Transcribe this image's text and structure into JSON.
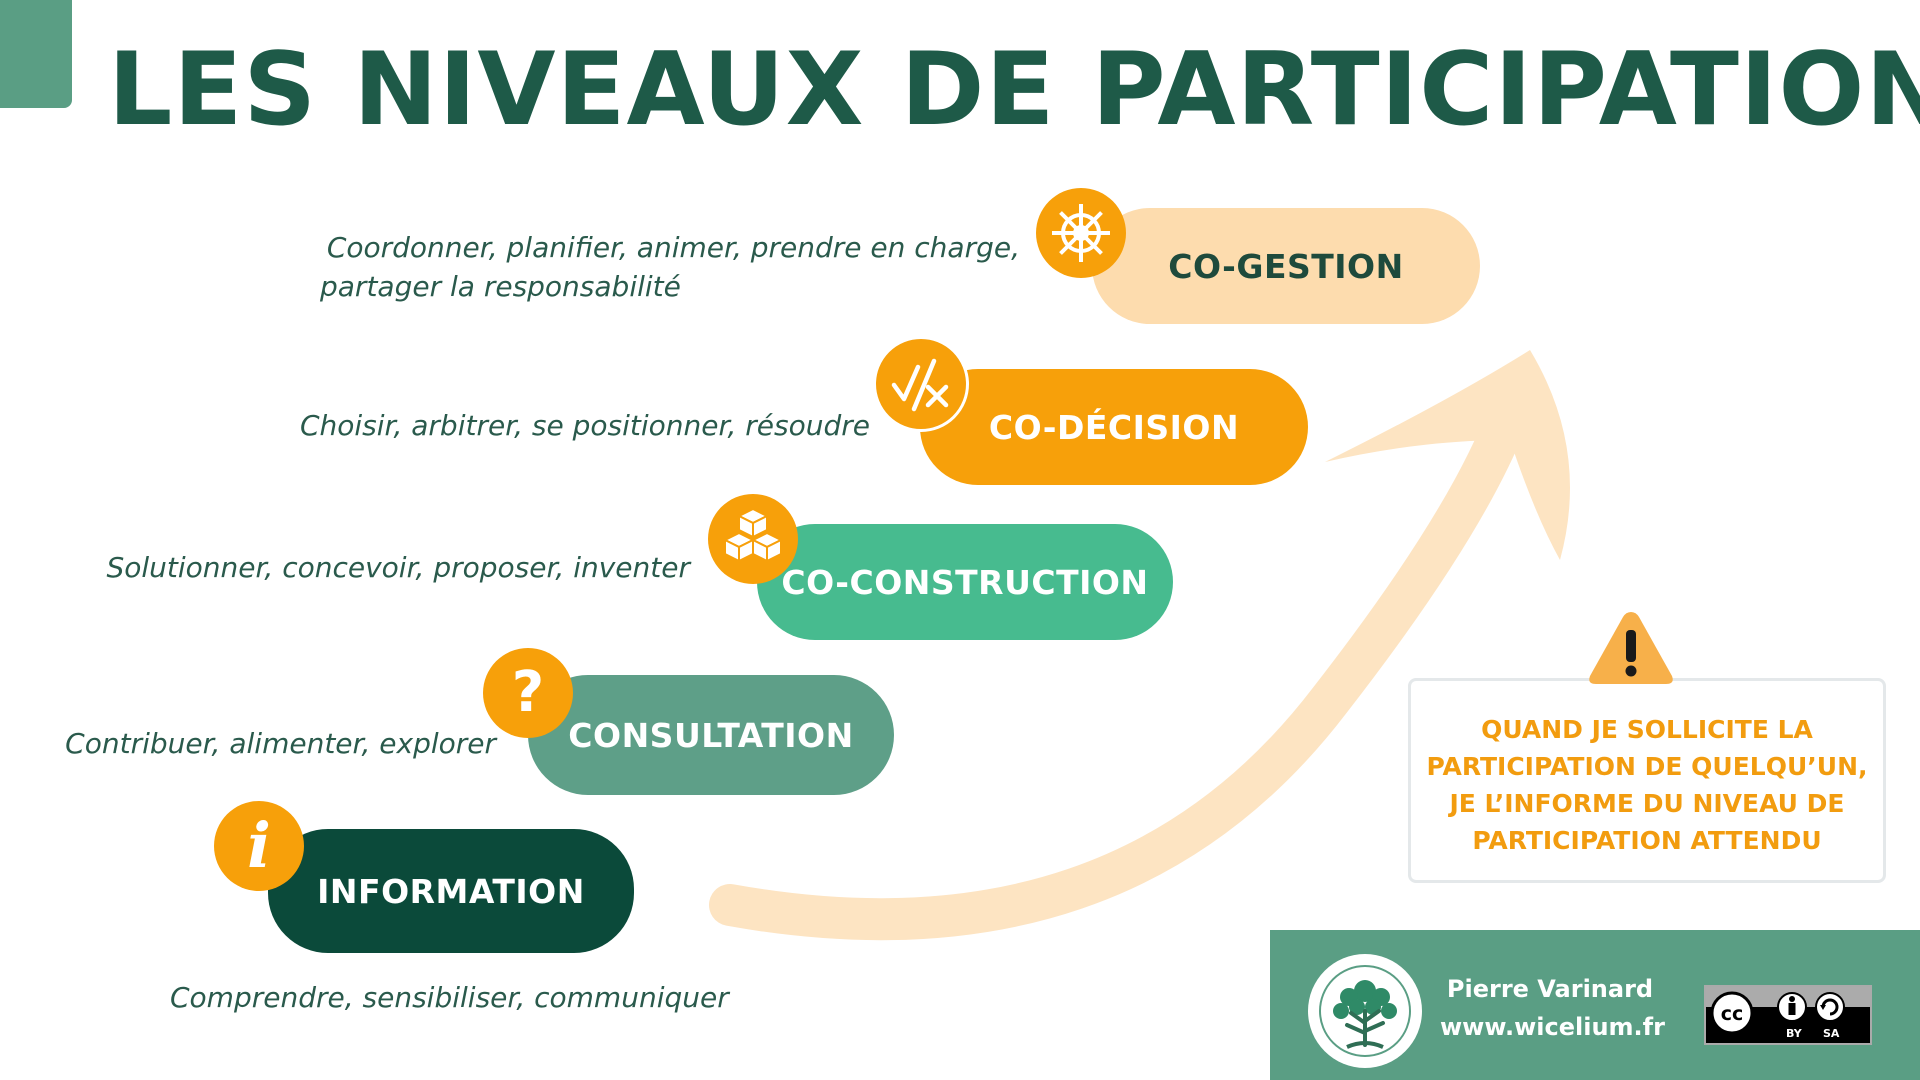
{
  "title": "LES NIVEAUX DE PARTICIPATION",
  "levels": [
    {
      "label": "INFORMATION",
      "description": "Comprendre, sensibiliser, communiquer",
      "icon": "info-icon",
      "color": "#0b4a3a",
      "text_color": "#ffffff"
    },
    {
      "label": "CONSULTATION",
      "description": "Contribuer, alimenter, explorer",
      "icon": "question-icon",
      "color": "#5e9f88",
      "text_color": "#ffffff"
    },
    {
      "label": "CO-CONSTRUCTION",
      "description": "Solutionner, concevoir, proposer, inventer",
      "icon": "cubes-icon",
      "color": "#47bb8f",
      "text_color": "#ffffff"
    },
    {
      "label": "CO-DÉCISION",
      "description": "Choisir, arbitrer, se positionner, résoudre",
      "icon": "check-cross-icon",
      "color": "#f7a00a",
      "text_color": "#ffffff"
    },
    {
      "label": "CO-GESTION",
      "description_line1": "Coordonner, planifier, animer, prendre en charge,",
      "description_line2": "partager la responsabilité",
      "icon": "ship-wheel-icon",
      "color": "#fddcae",
      "text_color": "#1e4a3c"
    }
  ],
  "warning": {
    "line1": "QUAND JE SOLLICITE LA",
    "line2": "PARTICIPATION DE QUELQU’UN,",
    "line3": "JE L’INFORME DU NIVEAU DE",
    "line4": "PARTICIPATION ATTENDU",
    "icon": "warning-icon",
    "color": "#f29c0f"
  },
  "footer": {
    "author": "Pierre Varinard",
    "website": "www.wicelium.fr",
    "logo": "tree-logo-icon",
    "license_icon": "cc-by-sa-icon",
    "license_by": "BY",
    "license_sa": "SA"
  },
  "colors": {
    "title": "#1e5a48",
    "arrow": "#fde4c2",
    "accent": "#f7a00a"
  }
}
